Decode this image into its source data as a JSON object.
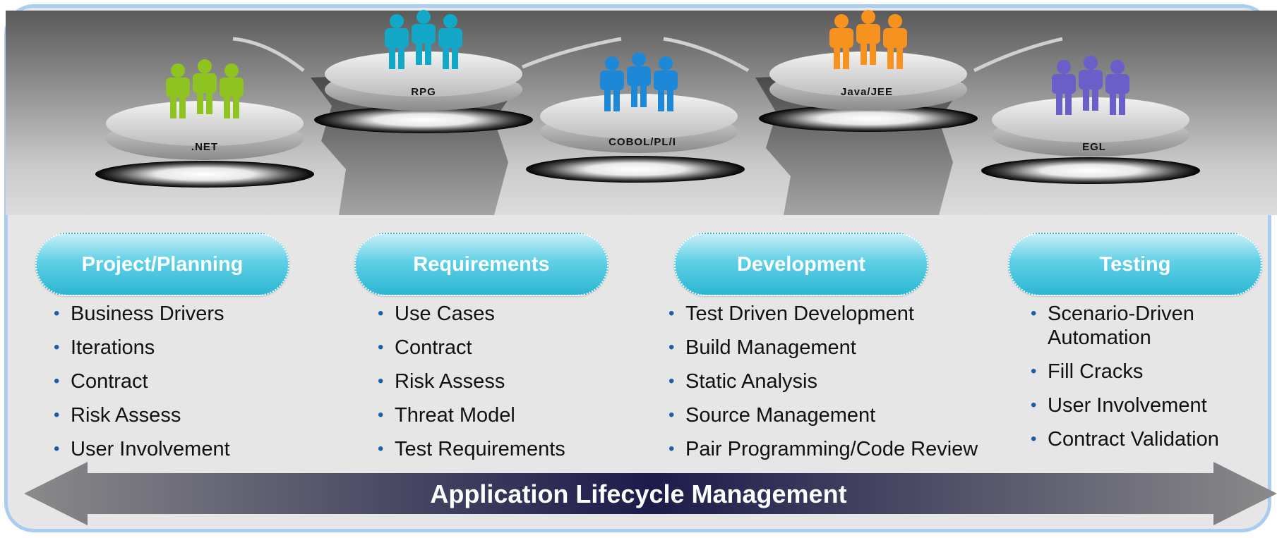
{
  "platforms": [
    {
      "label": ".NET",
      "color": "#8fc31f"
    },
    {
      "label": "RPG",
      "color": "#13a8c7"
    },
    {
      "label": "COBOL/PL/I",
      "color": "#1e88d8"
    },
    {
      "label": "Java/JEE",
      "color": "#f7921e"
    },
    {
      "label": "EGL",
      "color": "#6a5fc8"
    }
  ],
  "phases": [
    {
      "title": "Project/Planning",
      "items": [
        "Business Drivers",
        "Iterations",
        "Contract",
        "Risk Assess",
        "User Involvement"
      ]
    },
    {
      "title": "Requirements",
      "items": [
        "Use Cases",
        "Contract",
        "Risk Assess",
        "Threat Model",
        "Test Requirements"
      ]
    },
    {
      "title": "Development",
      "items": [
        "Test Driven Development",
        "Build Management",
        "Static Analysis",
        "Source Management",
        "Pair Programming/Code Review"
      ]
    },
    {
      "title": "Testing",
      "items": [
        "Scenario-Driven Automation",
        "Fill Cracks",
        "User Involvement",
        "Contract Validation"
      ]
    }
  ],
  "arrow_label": "Application Lifecycle Management",
  "colors": {
    "frame": "#a9cdf0",
    "pill": "#2cb6d2",
    "bullet": "#1f5fa8",
    "arrow_mid": "#1d1b4a"
  }
}
